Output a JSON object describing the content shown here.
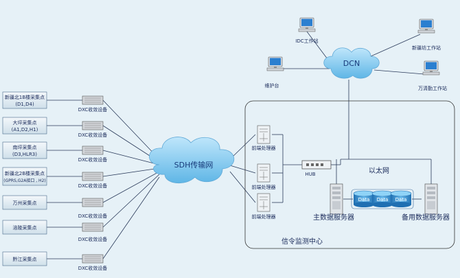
{
  "networks": {
    "dcn": "DCN",
    "sdh": "SDH传输网"
  },
  "workstations": {
    "idc": "IDC工作站",
    "xinjiang": "新疆坊工作站",
    "maintenance": "维护台",
    "wanqing": "万清勤工作站"
  },
  "collection_points": [
    {
      "name": "新疆北1B楼采集点",
      "detail": "(D1,D4)"
    },
    {
      "name": "大坪采集点",
      "detail": "(A1,D2,H1)"
    },
    {
      "name": "南坪采集点",
      "detail": "(D3,HLR3)"
    },
    {
      "name": "新疆北2B楼采集点",
      "detail": "(GPRS,G2A接口 , H2)"
    },
    {
      "name": "万州采集点",
      "detail": ""
    },
    {
      "name": "涪陵采集点",
      "detail": ""
    },
    {
      "name": "黔江采集点",
      "detail": ""
    }
  ],
  "dxc_label": "DXC收敛设备",
  "front_processor_label": "前端处理器",
  "hub_label": "HUB",
  "ethernet_label": "以太网",
  "main_db_label": "主数据服务器",
  "backup_db_label": "备用数据服务器",
  "data_label": "Data",
  "center_label": "信令监测中心"
}
